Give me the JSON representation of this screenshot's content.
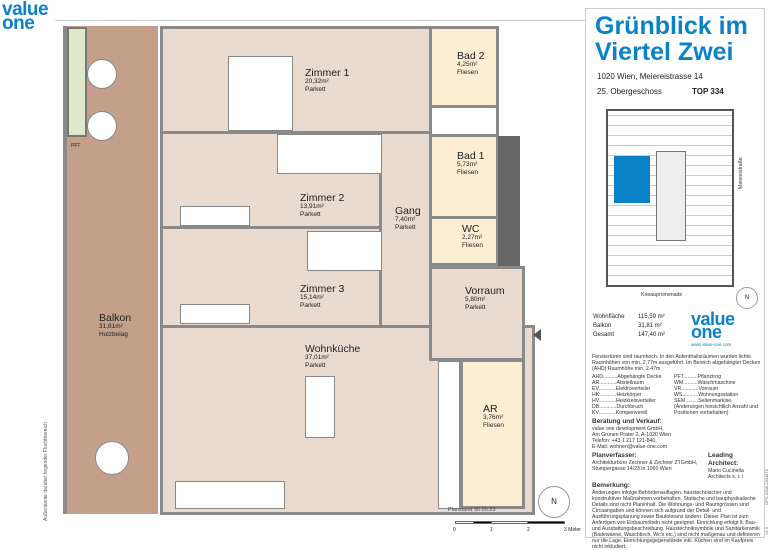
{
  "logo": {
    "line1": "value",
    "line2": "one"
  },
  "plan": {
    "rooms": [
      {
        "id": "zimmer1",
        "name": "Zimmer 1",
        "area": "20,32m²",
        "floor": "Parkett"
      },
      {
        "id": "zimmer2",
        "name": "Zimmer 2",
        "area": "13,91m²",
        "floor": "Parkett"
      },
      {
        "id": "gang",
        "name": "Gang",
        "area": "7,40m²",
        "floor": "Parkett"
      },
      {
        "id": "zimmer3",
        "name": "Zimmer 3",
        "area": "15,14m²",
        "floor": "Parkett"
      },
      {
        "id": "wohnkueche",
        "name": "Wohnküche",
        "area": "37,01m²",
        "floor": "Parkett"
      },
      {
        "id": "bad2",
        "name": "Bad 2",
        "area": "4,25m²",
        "floor": "Fliesen"
      },
      {
        "id": "bad1",
        "name": "Bad 1",
        "area": "5,73m²",
        "floor": "Fliesen"
      },
      {
        "id": "wc",
        "name": "WC",
        "area": "2,27m²",
        "floor": "Fliesen"
      },
      {
        "id": "vorraum",
        "name": "Vorraum",
        "area": "5,80m²",
        "floor": "Parkett"
      },
      {
        "id": "ar",
        "name": "AR",
        "area": "3,76m²",
        "floor": "Fliesen"
      },
      {
        "id": "balkon",
        "name": "Balkon",
        "area": "31,81m²",
        "floor": "Holzbelag"
      }
    ],
    "pft": "PFT",
    "side_note": "Außenkante darüber liegender Fluchtbereich",
    "planstand": "Planstand 30.05.23",
    "scale": [
      "0",
      "1",
      "2",
      "3 Meter"
    ],
    "north": "N"
  },
  "panel": {
    "title1": "Grünblick im",
    "title2": "Viertel Zwei",
    "address": "1020 Wien, Meiereistrasse 14",
    "floor": "25. Obergeschoss",
    "top": "TOP 334",
    "map_street_right": "Meiereistraße",
    "map_street_bottom": "Krieaupromenade",
    "areas": [
      {
        "label": "Wohnfläche",
        "value": "115,59 m²"
      },
      {
        "label": "Balkon",
        "value": "31,81 m²"
      },
      {
        "label": "Gesamt",
        "value": "147,40 m²"
      }
    ],
    "logo_url": "www.value-one.com",
    "note": "Fenstertüren sind raumhoch. In den Aufenthaltsräumen wurden lichte Raumhöhen von min. 2,77m ausgeführt. Im Bereich abgehängter Decken (AHD) Raumhöhe min. 2,47m",
    "legend_left": [
      "AHD..........Abgehängte Decke",
      "AR............Abstellraum",
      "EV............Elektroverteiler",
      "HK............Heizkörper",
      "HV............Heizkreisverteiler",
      "DB............Durchbruch",
      "KV............Kompenventil"
    ],
    "legend_right": [
      "PFT..........Pflanztrog",
      "WM..........Waschmaschine",
      "VR............Vorraum",
      "WS...........Wohnungsstation",
      "SEM.........Seitenmarkise, (Änderungen hinsichtlich Anzahl und Positionen vorbehalten)"
    ],
    "beratung_h": "Beratung und Verkauf:",
    "beratung": [
      "value one development GmbH,",
      "Am Grünen Prater 2, A-1020 Wien",
      "Telefon: +43 1 217 121-840,",
      "E-Mail: wohnen@value-one.com"
    ],
    "planverfasser_h": "Planverfasser:",
    "planverfasser": [
      "Architekturbüro Zechner & Zechner ZTGmbH,",
      "Stumpergasse 14/23 in 1060 Wien"
    ],
    "architect_h": "Leading Architect:",
    "architect": "Mario Cucinella Architects s. r. l",
    "bemerkung_h": "Bemerkung:",
    "bemerkung": "Änderungen infolge Behördenauflagen, haustechnischer und konstruktiver Maßnahmen vorbehalten. Statische und bauphysikalische Details sind nicht Planinhalt. Die Wohnungs- und Raumgrössen sind Circaangaben und können sich aufgrund der Detail- und Ausführungsplanung sowie Bautoleranz ändern. Dieser Plan ist zum Anfertigen von Einbaumöbeln nicht geeignet. Einrichtung erfolgt lt. Bau- und Ausstattungsbeschreibung. Haustechniksymbole und Sanitärkeramik (Badewanne, Waschtisch, Wc's etc.) sind nicht maßgenau und definieren nur die Lage. Einrichtungsgegenstände inkl. Küchen sind im Kaufpreis nicht inkludiert.",
    "side_code": "OPC-0308-2304873",
    "version": "V1.0"
  },
  "colors": {
    "brand": "#0a82c8",
    "balkon": "#c4a08a",
    "parkett": "#e9dbcf",
    "fliesen": "#fbeed3",
    "wall": "#8a8a8a"
  }
}
